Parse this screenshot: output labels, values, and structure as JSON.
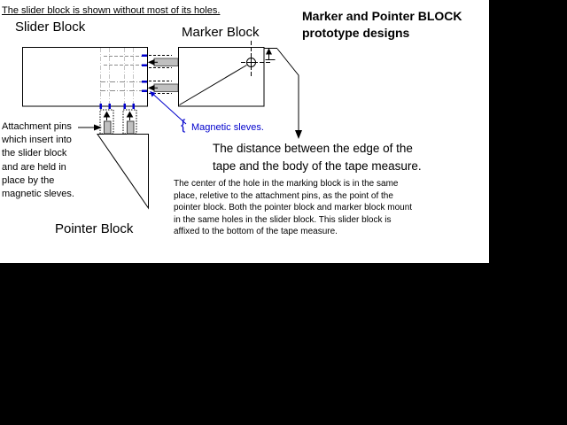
{
  "slide": {
    "background": "#FFFFFF",
    "frame_background": "#000000"
  },
  "colors": {
    "accent_blue": "#0000CC",
    "pin_gray": "#C0C0C0",
    "dash_gray": "#8C8C8C",
    "guide_gray": "#C4C4C4",
    "line_black": "#000000"
  },
  "icons": {
    "sleeve_insert_arrow": "left-arrow",
    "pin_insert_arrow": "up-arrow",
    "caption_leader_arrow": "down-arrow",
    "edge_distance_arrow": "up-arrow-with-base"
  },
  "texts": {
    "top_note": "The slider block is shown without most of its holes.",
    "title": "Marker and Pointer BLOCK\nprototype designs",
    "slider_block_label": "Slider Block",
    "marker_block_label": "Marker Block",
    "pointer_block_label": "Pointer Block",
    "attachment_note": "Attachment pins\nwhich insert into\nthe slider block\nand are held in\nplace by the\nmagnetic sleves.",
    "magnetic_brace": "{",
    "magnetic_sleeves_label": "Magnetic sleves.",
    "distance_note": "The distance between the edge of the\ntape and the body of the tape measure.",
    "body_paragraph": "The center of the hole in the marking block is in the same\nplace, reletive to the attachment pins, as the point of the\npointer block.  Both the pointer block and marker block mount\nin the same holes in the slider block.  This slider block is\naffixed to the bottom of the tape measure."
  }
}
